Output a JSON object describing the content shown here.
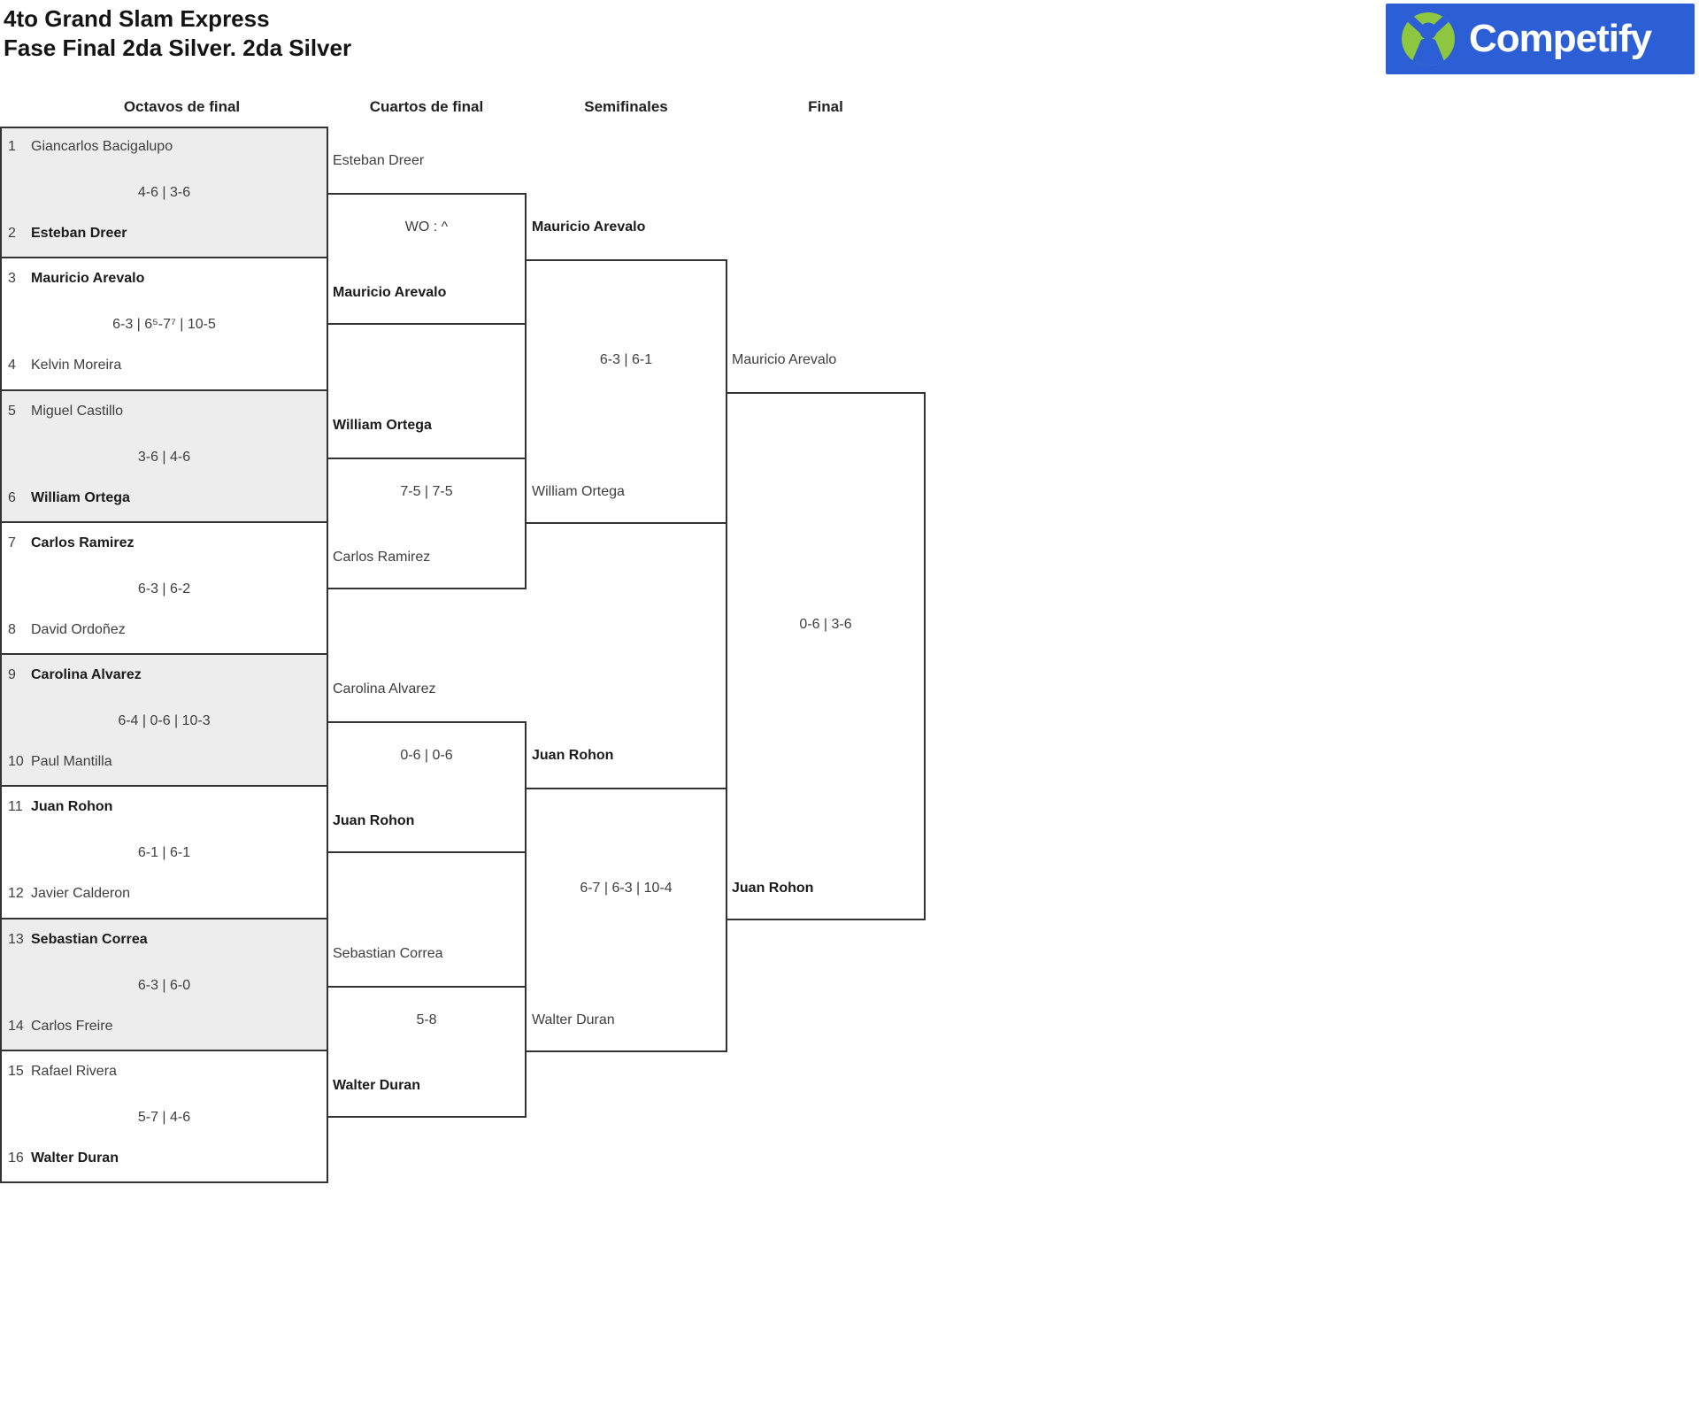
{
  "header": {
    "title_line1": "4to Grand Slam Express",
    "title_line2": "Fase Final 2da Silver. 2da Silver"
  },
  "brand": {
    "name": "Competify",
    "background_color": "#2c5fd6",
    "icon_color": "#8dc63f",
    "icon": "person-celebration-icon"
  },
  "columns": [
    {
      "label": "Octavos de final"
    },
    {
      "label": "Cuartos de final"
    },
    {
      "label": "Semifinales"
    },
    {
      "label": "Final"
    }
  ],
  "octavos": [
    {
      "p1_seed": "1",
      "p1": "Giancarlos Bacigalupo",
      "p1_winner": false,
      "score": "4-6 | 3-6",
      "p2_seed": "2",
      "p2": "Esteban Dreer",
      "p2_winner": true
    },
    {
      "p1_seed": "3",
      "p1": "Mauricio Arevalo",
      "p1_winner": true,
      "score": "6-3 | 6⁵-7⁷ | 10-5",
      "p2_seed": "4",
      "p2": "Kelvin Moreira",
      "p2_winner": false
    },
    {
      "p1_seed": "5",
      "p1": "Miguel Castillo",
      "p1_winner": false,
      "score": "3-6 | 4-6",
      "p2_seed": "6",
      "p2": "William Ortega",
      "p2_winner": true
    },
    {
      "p1_seed": "7",
      "p1": "Carlos Ramirez",
      "p1_winner": true,
      "score": "6-3 | 6-2",
      "p2_seed": "8",
      "p2": "David Ordoñez",
      "p2_winner": false
    },
    {
      "p1_seed": "9",
      "p1": "Carolina Alvarez",
      "p1_winner": true,
      "score": "6-4 | 0-6 | 10-3",
      "p2_seed": "10",
      "p2": "Paul Mantilla",
      "p2_winner": false
    },
    {
      "p1_seed": "11",
      "p1": "Juan Rohon",
      "p1_winner": true,
      "score": "6-1 | 6-1",
      "p2_seed": "12",
      "p2": "Javier Calderon",
      "p2_winner": false
    },
    {
      "p1_seed": "13",
      "p1": "Sebastian Correa",
      "p1_winner": true,
      "score": "6-3 | 6-0",
      "p2_seed": "14",
      "p2": "Carlos Freire",
      "p2_winner": false
    },
    {
      "p1_seed": "15",
      "p1": "Rafael Rivera",
      "p1_winner": false,
      "score": "5-7 | 4-6",
      "p2_seed": "16",
      "p2": "Walter Duran",
      "p2_winner": true
    }
  ],
  "cuartos": [
    {
      "p1": "Esteban Dreer",
      "p1_winner": false,
      "score": "WO : ^",
      "p2": "Mauricio Arevalo",
      "p2_winner": true
    },
    {
      "p1": "William Ortega",
      "p1_winner": true,
      "score": "7-5 | 7-5",
      "p2": "Carlos Ramirez",
      "p2_winner": false
    },
    {
      "p1": "Carolina Alvarez",
      "p1_winner": false,
      "score": "0-6 | 0-6",
      "p2": "Juan Rohon",
      "p2_winner": true
    },
    {
      "p1": "Sebastian Correa",
      "p1_winner": false,
      "score": "5-8",
      "p2": "Walter Duran",
      "p2_winner": true
    }
  ],
  "semifinales": [
    {
      "p1": "Mauricio Arevalo",
      "p1_winner": true,
      "score": "6-3 | 6-1",
      "p2": "William Ortega",
      "p2_winner": false
    },
    {
      "p1": "Juan Rohon",
      "p1_winner": true,
      "score": "6-7 | 6-3 | 10-4",
      "p2": "Walter Duran",
      "p2_winner": false
    }
  ],
  "final": [
    {
      "p1": "Mauricio Arevalo",
      "p1_winner": false,
      "score": "0-6 | 3-6",
      "p2": "Juan Rohon",
      "p2_winner": true
    }
  ]
}
